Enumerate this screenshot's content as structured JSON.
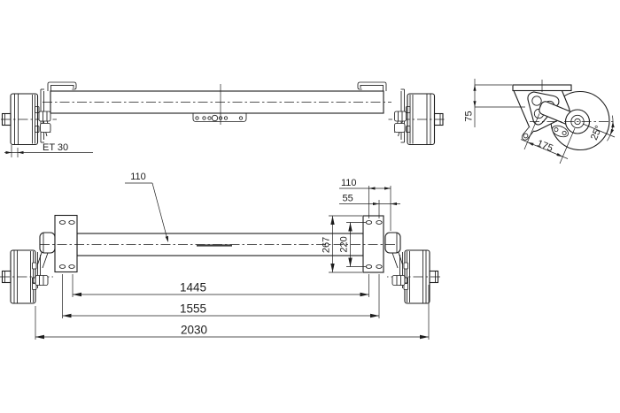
{
  "drawing": {
    "colors": {
      "background": "#ffffff",
      "line": "#1d1d1d"
    },
    "dims": {
      "et_offset": "ET 30",
      "tube_size_callout": "110",
      "end_to_outer_hole": "110",
      "end_to_inner_hole": "55",
      "plate_height": "267",
      "hole_row_spacing": "220",
      "inner_hole_span": "1445",
      "outer_hole_span": "1555",
      "overall_length": "2030",
      "plate_to_axle_center": "75",
      "arm_length": "175",
      "arm_angle": "25°"
    }
  }
}
